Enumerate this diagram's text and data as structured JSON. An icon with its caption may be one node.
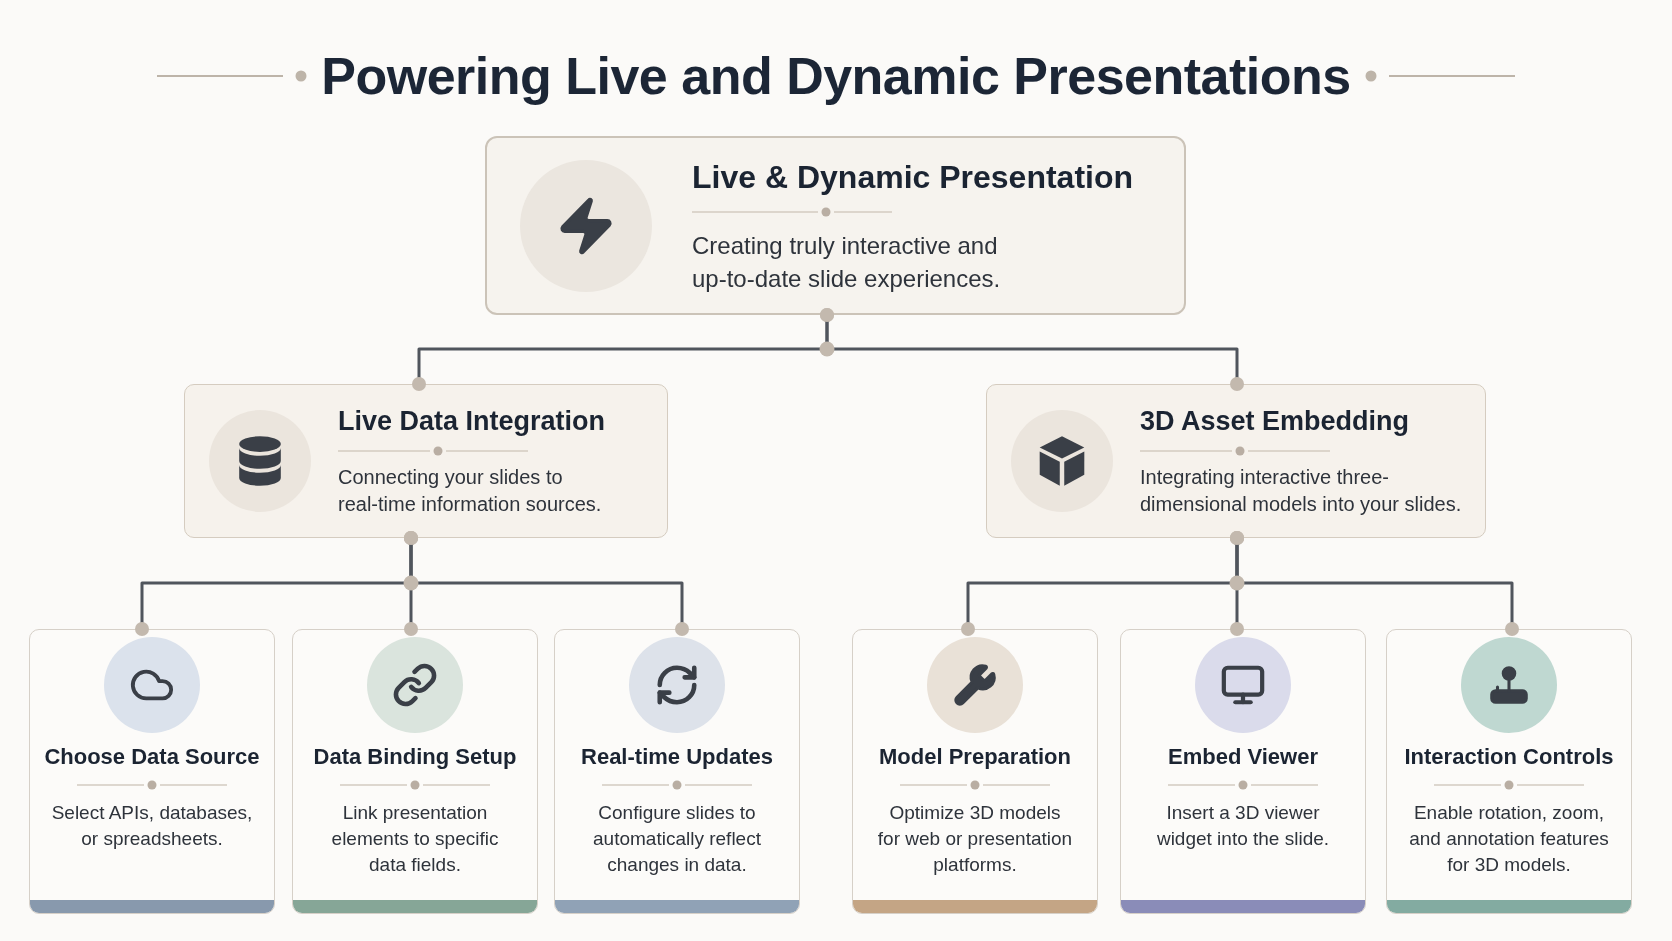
{
  "diagram": {
    "title": "Powering Live and Dynamic Presentations",
    "nodes": [
      {
        "text": [
          "Live & Dynamic Presentation",
          "Creating truly interactive and up-to-date slide experiences."
        ]
      },
      {
        "text": [
          "Live Data Integration",
          "Connecting your slides to real-time information sources."
        ]
      },
      {
        "text": [
          "3D Asset Embedding",
          "Integrating interactive three-dimensional models into your slides."
        ]
      },
      {
        "text": [
          "Choose Data Source",
          "Select APIs, databases, or spreadsheets."
        ]
      },
      {
        "text": [
          "Data Binding Setup",
          "Link presentation elements to specific data fields."
        ]
      },
      {
        "text": [
          "Real-time Updates",
          "Configure slides to automatically reflect changes in data."
        ]
      },
      {
        "text": [
          "Model Preparation",
          "Optimize 3D models for web or presentation platforms."
        ]
      },
      {
        "text": [
          "Embed Viewer",
          "Insert a 3D viewer widget into the slide."
        ]
      },
      {
        "text": [
          "Interaction Controls",
          "Enable rotation, zoom, and annotation features for 3D models."
        ]
      }
    ],
    "edges": [
      {
        "from": 0,
        "to": 1,
        "arrow": "other"
      },
      {
        "from": 0,
        "to": 2,
        "arrow": "other"
      },
      {
        "from": 1,
        "to": 3,
        "arrow": "other"
      },
      {
        "from": 1,
        "to": 4,
        "arrow": "other"
      },
      {
        "from": 1,
        "to": 5,
        "arrow": "other"
      },
      {
        "from": 2,
        "to": 6,
        "arrow": "other"
      },
      {
        "from": 2,
        "to": 7,
        "arrow": "other"
      },
      {
        "from": 2,
        "to": 8,
        "arrow": "other"
      }
    ]
  }
}
